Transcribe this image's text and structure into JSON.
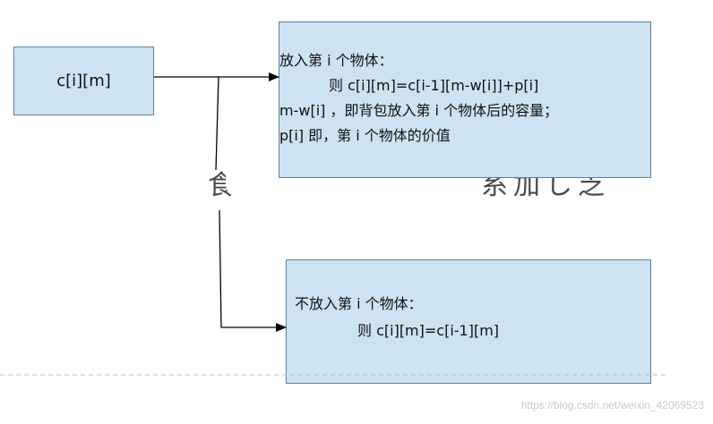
{
  "colors": {
    "box_fill": "#cde3f1",
    "box_border": "#5f7f97",
    "arrow": "#000000",
    "dashed_line": "#b8b8b8",
    "watermark": "#c9c9c9"
  },
  "nodes": {
    "state": {
      "label": "c[i][m]"
    },
    "put": {
      "lines": [
        "放入第 i 个物体：",
        "则 c[i][m]=c[i-1][m-w[i]]+p[i]",
        "m-w[i] ，即背包放入第 i 个物体后的容量；",
        "p[i] 即，第 i 个物体的价值"
      ]
    },
    "skip": {
      "lines": [
        "不放入第 i 个物体：",
        "则 c[i][m]=c[i-1][m]"
      ]
    }
  },
  "watermark": "https://blog.csdn.net/weixin_42069523"
}
